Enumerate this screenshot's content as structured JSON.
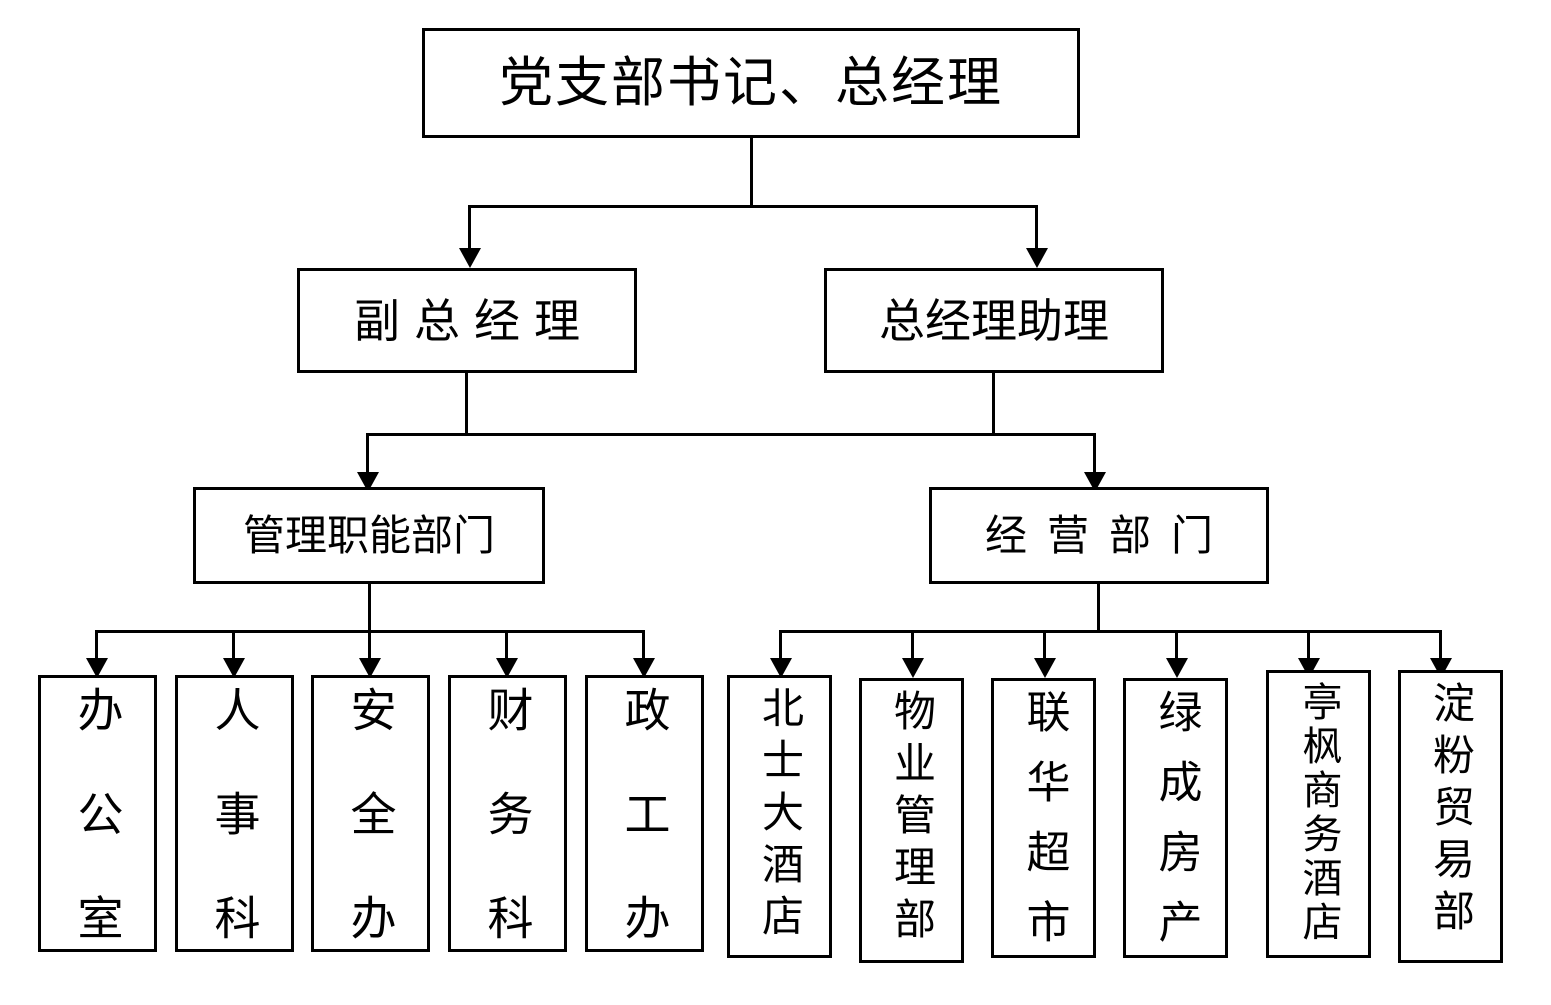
{
  "chart_data": {
    "type": "diagram",
    "title": "",
    "orientation": "top-down organizational hierarchy",
    "levels": 4,
    "nodes": [
      {
        "id": "n1",
        "label": "党支部书记、总经理",
        "level": 1
      },
      {
        "id": "n2",
        "label": "副总经理",
        "level": 2
      },
      {
        "id": "n3",
        "label": "总经理助理",
        "level": 2
      },
      {
        "id": "n4",
        "label": "管理职能部门",
        "level": 3
      },
      {
        "id": "n5",
        "label": "经营部门",
        "level": 3
      },
      {
        "id": "d1",
        "label": "办公室",
        "level": 4
      },
      {
        "id": "d2",
        "label": "人事科",
        "level": 4
      },
      {
        "id": "d3",
        "label": "安全办",
        "level": 4
      },
      {
        "id": "d4",
        "label": "财务科",
        "level": 4
      },
      {
        "id": "d5",
        "label": "政工办",
        "level": 4
      },
      {
        "id": "b1",
        "label": "北士大酒店",
        "level": 4
      },
      {
        "id": "b2",
        "label": "物业管理部",
        "level": 4
      },
      {
        "id": "b3",
        "label": "联华超市",
        "level": 4
      },
      {
        "id": "b4",
        "label": "绿成房产",
        "level": 4
      },
      {
        "id": "b5",
        "label": "亭枫商务酒店",
        "level": 4
      },
      {
        "id": "b6",
        "label": "淀粉贸易部",
        "level": 4
      }
    ],
    "edges": [
      {
        "from": "n1",
        "to": "n2"
      },
      {
        "from": "n1",
        "to": "n3"
      },
      {
        "from": "n2",
        "to": "n4"
      },
      {
        "from": "n2",
        "to": "n5"
      },
      {
        "from": "n3",
        "to": "n4"
      },
      {
        "from": "n3",
        "to": "n5"
      },
      {
        "from": "n4",
        "to": "d1"
      },
      {
        "from": "n4",
        "to": "d2"
      },
      {
        "from": "n4",
        "to": "d3"
      },
      {
        "from": "n4",
        "to": "d4"
      },
      {
        "from": "n4",
        "to": "d5"
      },
      {
        "from": "n5",
        "to": "b1"
      },
      {
        "from": "n5",
        "to": "b2"
      },
      {
        "from": "n5",
        "to": "b3"
      },
      {
        "from": "n5",
        "to": "b4"
      },
      {
        "from": "n5",
        "to": "b5"
      },
      {
        "from": "n5",
        "to": "b6"
      }
    ]
  },
  "colors": {
    "border": "#000000",
    "background": "#ffffff",
    "text": "#000000"
  },
  "top": {
    "title": "党支部书记、总经理"
  },
  "executives": [
    {
      "label": "副总经理"
    },
    {
      "label": "总经理助理"
    }
  ],
  "divisions": [
    {
      "label": "管理职能部门"
    },
    {
      "label": "经营部门"
    }
  ],
  "management_departments": [
    {
      "label": "办公室"
    },
    {
      "label": "人事科"
    },
    {
      "label": "安全办"
    },
    {
      "label": "财务科"
    },
    {
      "label": "政工办"
    }
  ],
  "business_units": [
    {
      "label": "北士大酒店"
    },
    {
      "label": "物业管理部"
    },
    {
      "label": "联华超市"
    },
    {
      "label": "绿成房产"
    },
    {
      "label": "亭枫商务酒店"
    },
    {
      "label": "淀粉贸易部"
    }
  ]
}
